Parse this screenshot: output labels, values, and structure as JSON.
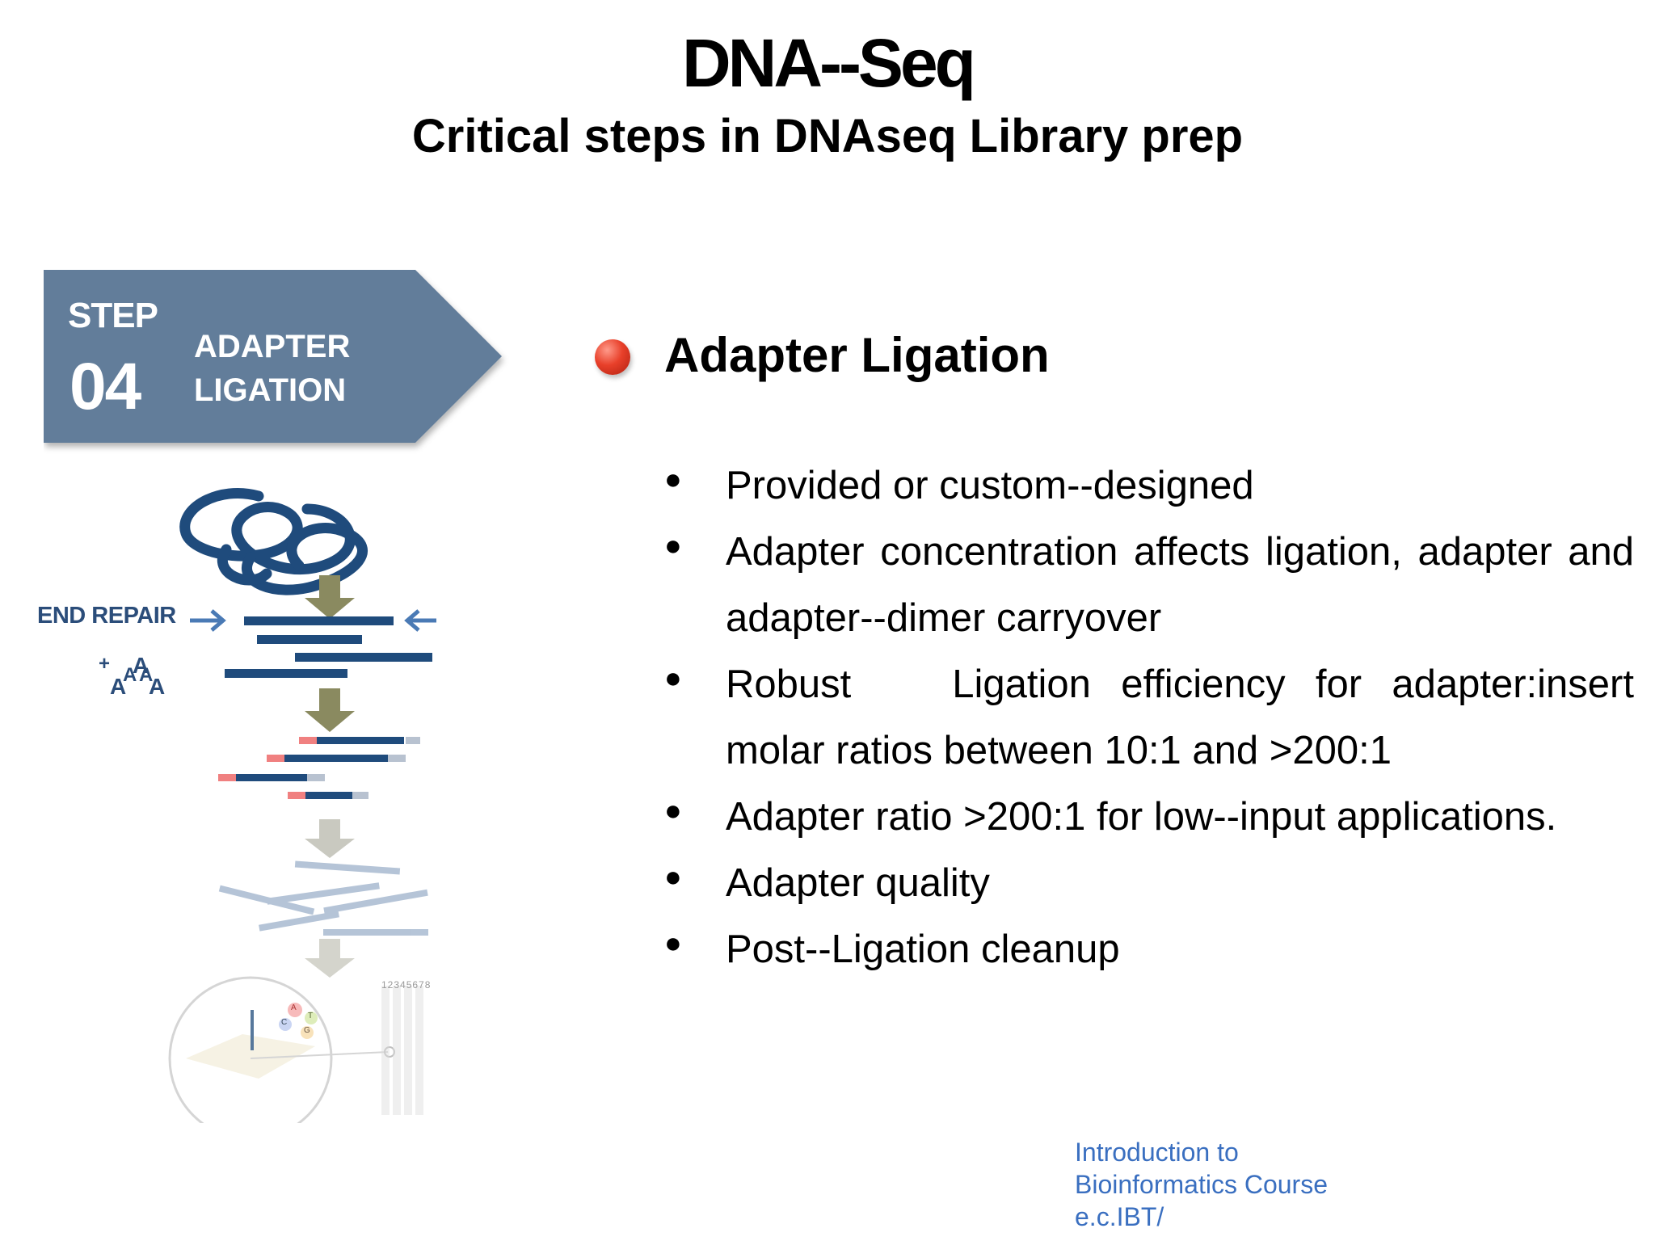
{
  "slide": {
    "title": "DNA-­‐Seq",
    "subtitle": "Critical steps in DNAseq Library prep"
  },
  "step": {
    "word": "STEP",
    "number": "04",
    "title_line1": "ADAPTER",
    "title_line2": "LIGATION",
    "color": "#627d9a"
  },
  "diagram": {
    "end_repair_label": "END REPAIR",
    "plus_label": "+",
    "a_letters": [
      "A",
      "A",
      "A",
      "A",
      "A"
    ],
    "ruler_digits": "12345678",
    "base_letters": [
      "A",
      "C",
      "G",
      "T"
    ]
  },
  "content": {
    "heading": "Adapter Ligation",
    "bullets": [
      "Provided or custom-­‐designed",
      "Adapter concentration affects ligation, adapter and adapter-­‐dimer carryover",
      "",
      "Adapter ratio >200:1 for low-­‐input applications.",
      "Adapter quality",
      "Post-­‐Ligation cleanup"
    ],
    "robust_word": "Robust",
    "robust_rest": "Ligation efficiency for adapter:insert molar ratios between 10:1 and >200:1"
  },
  "footer": {
    "line1": "Introduction to",
    "line2_blue": "Bi",
    "line2_rest": "oinformatics Course",
    "line3": "e.c.IBT/"
  },
  "colors": {
    "dna_blue": "#1f4b7c",
    "arrow_olive": "#8a8a60",
    "adapter_red": "#f08080",
    "bullet_red": "#e8402a"
  }
}
